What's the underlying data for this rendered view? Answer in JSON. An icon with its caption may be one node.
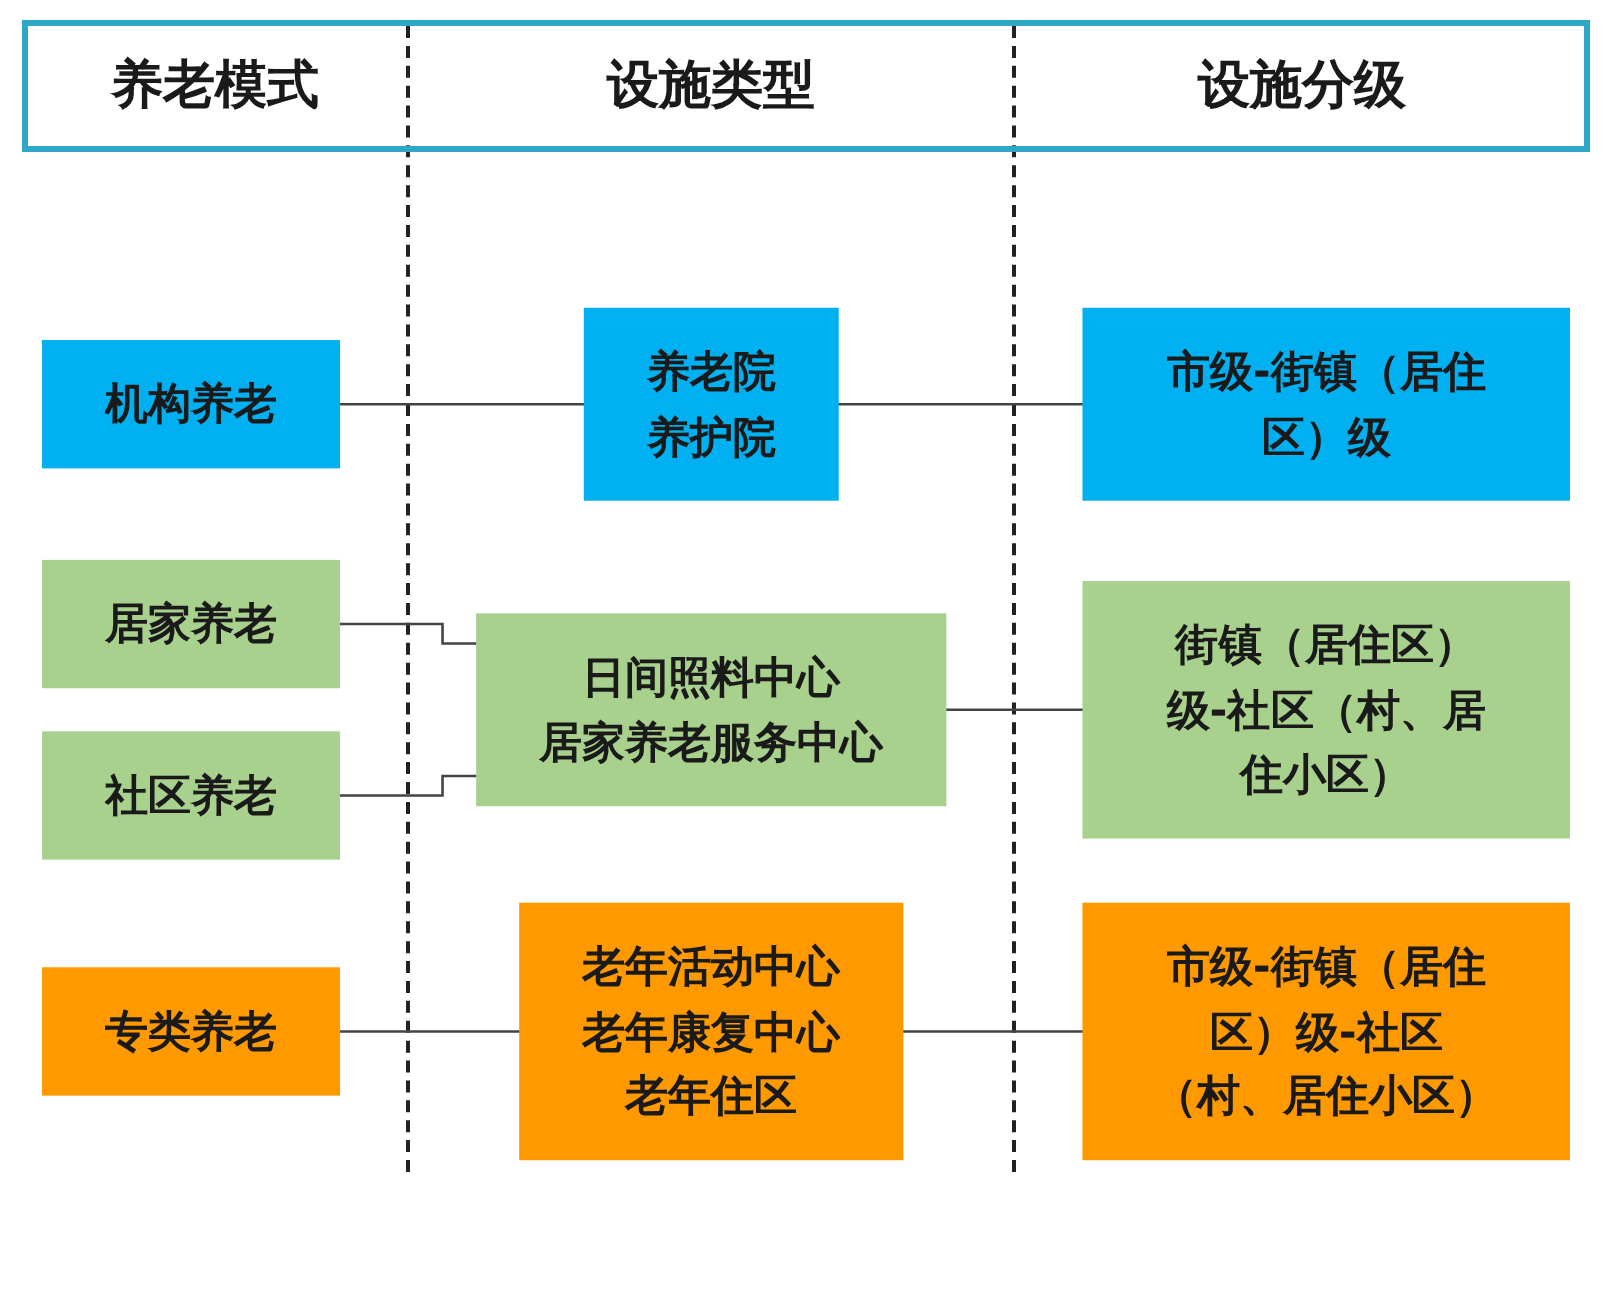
{
  "diagram": {
    "nodes": [
      {
        "text": [
          "机构养老"
        ]
      },
      {
        "text": [
          "养老院",
          "养护院"
        ]
      },
      {
        "text": [
          "市级-街镇（居住区）级"
        ]
      },
      {
        "text": [
          "居家养老"
        ]
      },
      {
        "text": [
          "日间照料中心",
          "居家养老服务中心"
        ]
      },
      {
        "text": [
          "街镇（居住区）级-社区（村、居住小区）"
        ]
      },
      {
        "text": [
          "社区养老"
        ]
      },
      {
        "text": [
          "专类养老"
        ]
      },
      {
        "text": [
          "老年活动中心",
          "老年康复中心",
          "老年住区"
        ]
      },
      {
        "text": [
          "市级-街镇（居住区）级-社区（村、居住小区）"
        ]
      }
    ],
    "edges": [
      {
        "from": 0,
        "to": 1,
        "arrow": "none"
      },
      {
        "from": 1,
        "to": 2,
        "arrow": "none"
      },
      {
        "from": 3,
        "to": 4,
        "arrow": "none"
      },
      {
        "from": 6,
        "to": 4,
        "arrow": "none"
      },
      {
        "from": 4,
        "to": 5,
        "arrow": "none"
      },
      {
        "from": 7,
        "to": 8,
        "arrow": "none"
      },
      {
        "from": 8,
        "to": 9,
        "arrow": "none"
      }
    ],
    "labels": [
      "养老模式",
      "设施类型",
      "设施分级"
    ]
  }
}
